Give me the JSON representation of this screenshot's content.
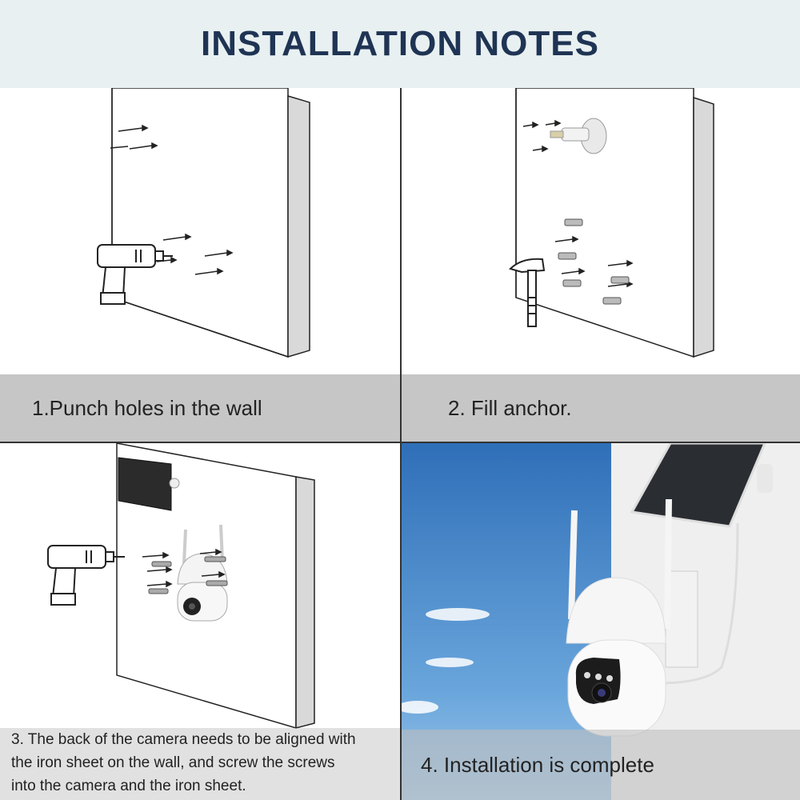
{
  "header": {
    "title": "INSTALLATION NOTES"
  },
  "steps": [
    {
      "caption": "1.Punch holes in the wall"
    },
    {
      "caption": "2. Fill anchor."
    },
    {
      "caption_lines": [
        "3. The back of the camera needs to be aligned with",
        "the iron sheet on the wall, and screw the screws",
        "into the camera and the iron sheet."
      ]
    },
    {
      "caption": "4. Installation is complete"
    }
  ],
  "icons": [
    "drill-icon",
    "hammer-icon",
    "anchor-icon",
    "screw-icon",
    "solar-panel-icon",
    "camera-icon"
  ],
  "colors": {
    "title": "#1f3454",
    "header_bg": "#e8f0f1",
    "caption_bg": "#c6c6c6",
    "sky": "#3a7fc8"
  }
}
